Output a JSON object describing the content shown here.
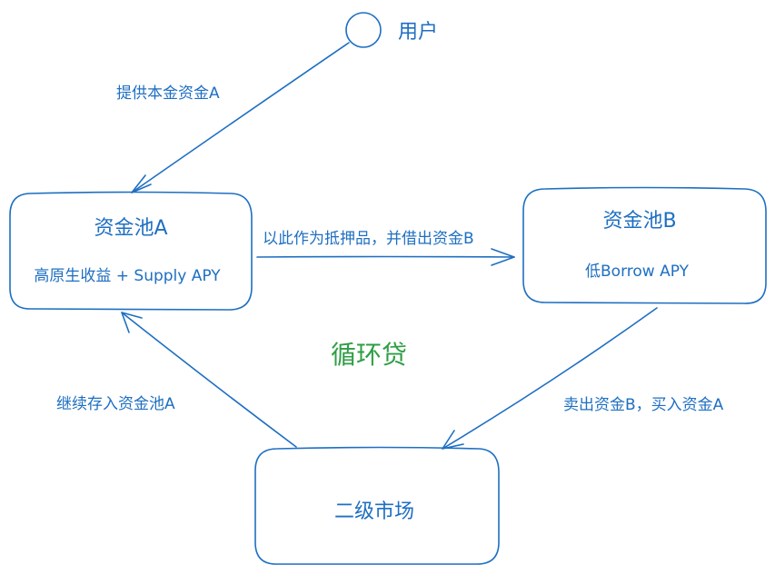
{
  "colors": {
    "stroke": "#1e6fc2",
    "title": "#2f9e44",
    "background": "#ffffff"
  },
  "user": {
    "label": "用户"
  },
  "title": "循环贷",
  "pool_a": {
    "name": "资金池A",
    "desc": "高原生收益 + Supply APY"
  },
  "pool_b": {
    "name": "资金池B",
    "desc": "低Borrow APY"
  },
  "market": {
    "name": "二级市场"
  },
  "edges": {
    "user_to_a": "提供本金资金A",
    "a_to_b": "以此作为抵押品，并借出资金B",
    "b_to_market": "卖出资金B，买入资金A",
    "market_to_a": "继续存入资金池A"
  }
}
